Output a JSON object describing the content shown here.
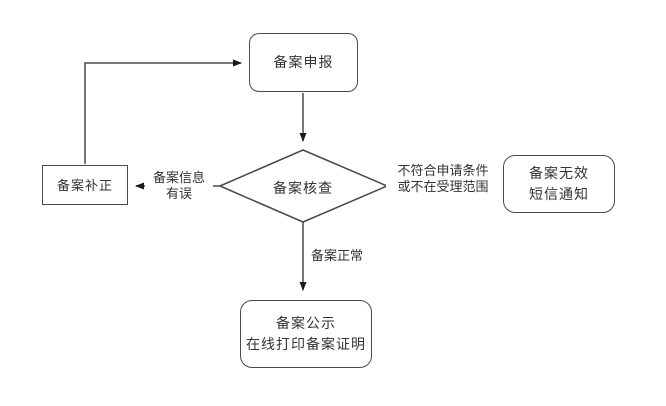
{
  "diagram": {
    "type": "flowchart",
    "nodes": {
      "declare": {
        "label": "备案申报"
      },
      "verify": {
        "label": "备案核查"
      },
      "correct": {
        "label": "备案补正"
      },
      "invalid": {
        "lines": [
          "备案无效",
          "短信通知"
        ]
      },
      "publish": {
        "lines": [
          "备案公示",
          "在线打印备案证明"
        ]
      }
    },
    "edges": {
      "info_error": {
        "lines": [
          "备案信息",
          "有误"
        ]
      },
      "not_eligible": {
        "lines": [
          "不符合申请条件",
          "或不在受理范围"
        ]
      },
      "normal": {
        "label": "备案正常"
      }
    },
    "colors": {
      "line": "#4a4a4a",
      "text": "#333333",
      "arrow": "#1a1a1a",
      "background": "#ffffff"
    }
  }
}
